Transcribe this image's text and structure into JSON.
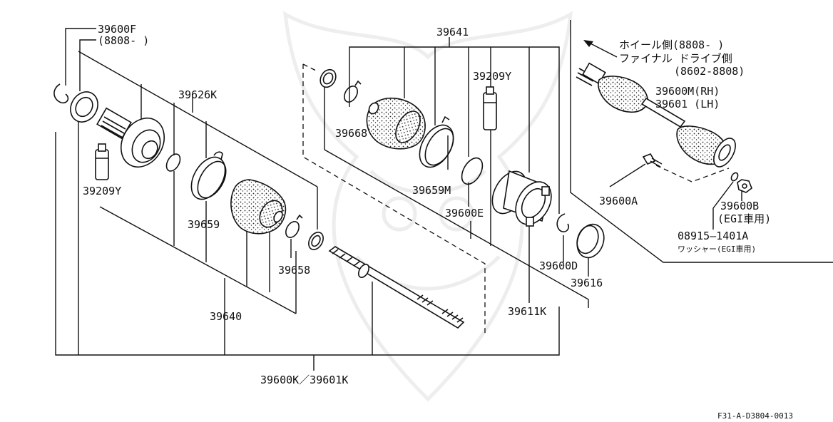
{
  "diagram": {
    "drawing_code": "F31-A-D3804-0013",
    "labels": {
      "p39600F": "39600F",
      "p39600F_range": "(8808-      )",
      "p39641": "39641",
      "p39626K": "39626K",
      "p39209Y_top": "39209Y",
      "p39668_top": "39668",
      "p39659M": "39659M",
      "p39209Y_left": "39209Y",
      "p39659": "39659",
      "p39658": "39658",
      "p39640": "39640",
      "p39600E": "39600E",
      "p39600D": "39600D",
      "p39616": "39616",
      "p39611K": "39611K",
      "p39600K_39601K": "39600K／39601K",
      "p39600M_RH": "39600M(RH)",
      "p39601_LH": "39601  (LH)",
      "p39600A": "39600A",
      "p39600B": "39600B",
      "p39600B_note": "(EGI車用)",
      "p08915": "08915―1401A",
      "p08915_note": "ワッシャー(EGI車用)"
    },
    "inset": {
      "line1": "ホイール側(8808-      )",
      "line2": "ファイナル ドライブ側",
      "line3": "(8602-8808)"
    }
  }
}
